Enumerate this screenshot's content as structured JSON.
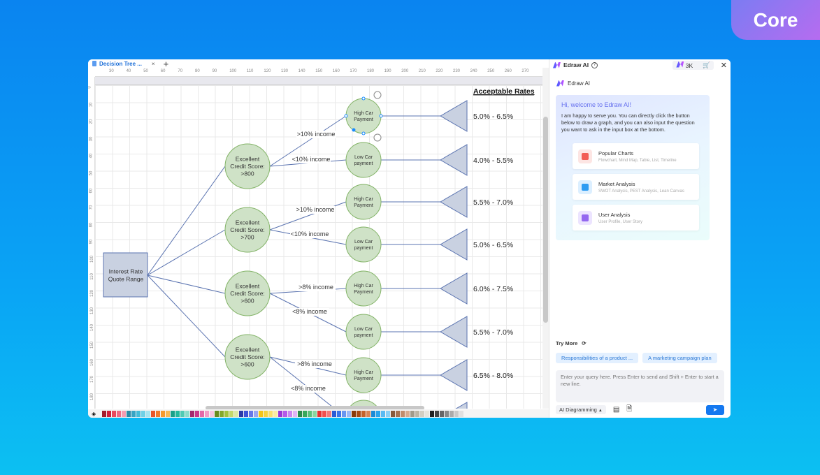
{
  "badge": "Core",
  "tab": {
    "title": "Decision Tree ...",
    "close": "×",
    "new": "+"
  },
  "ruler": {
    "h": [
      "30",
      "40",
      "50",
      "60",
      "70",
      "80",
      "90",
      "100",
      "110",
      "120",
      "130",
      "140",
      "150",
      "160",
      "170",
      "180",
      "190",
      "200",
      "210",
      "220",
      "230",
      "240",
      "250",
      "260",
      "270"
    ],
    "v": [
      "0",
      "10",
      "20",
      "30",
      "40",
      "50",
      "60",
      "70",
      "80",
      "90",
      "100",
      "110",
      "120",
      "130",
      "140",
      "150",
      "160",
      "170",
      "180"
    ]
  },
  "diagram": {
    "header": "Acceptable Rates",
    "root": [
      "Interest Rate",
      "Quote Range"
    ],
    "level1": [
      [
        "Excellent",
        "Credit Score:",
        ">800"
      ],
      [
        "Excellent",
        "Credit Score:",
        ">700"
      ],
      [
        "Excellent",
        "Credit Score:",
        ">600"
      ],
      [
        "Excellent",
        "Credit Score:",
        ">600"
      ]
    ],
    "level2": [
      [
        "High Car",
        "Payment"
      ],
      [
        "Low  Car",
        "payment"
      ],
      [
        "High Car",
        "Payment"
      ],
      [
        "Low  Car",
        "payment"
      ],
      [
        "High Car",
        "Payment"
      ],
      [
        "Low  Car",
        "payment"
      ],
      [
        "High Car",
        "Payment"
      ],
      [
        "",
        ""
      ]
    ],
    "edges": [
      ">10% income",
      "<10% income",
      ">10% income",
      "<10% income",
      ">8% income",
      "<8% income",
      ">8% income",
      "<8% income"
    ],
    "rates": [
      "5.0% - 6.5%",
      "4.0% - 5.5%",
      "5.5% - 7.0%",
      "5.0% - 6.5%",
      "6.0% - 7.5%",
      "5.5% - 7.0%",
      "6.5% - 8.0%",
      ""
    ],
    "colors": {
      "node_fill": "#cfe2c7",
      "node_stroke": "#82b366",
      "root_fill": "#c9d1e1",
      "line": "#5a73b0",
      "tri_fill": "#c9d1e1"
    }
  },
  "palette": [
    "#a31c2c",
    "#d11f3a",
    "#e84a5f",
    "#f06b84",
    "#f59cb0",
    "#2b8aa6",
    "#36a4c4",
    "#44bbd8",
    "#6fd0e6",
    "#a6e4f0",
    "#e8562a",
    "#f07a2c",
    "#f59a2e",
    "#f7b955",
    "#19a08a",
    "#22b89c",
    "#4fcab4",
    "#8adccb",
    "#a52a6e",
    "#c9378a",
    "#e26aa8",
    "#f09cc6",
    "#f7c6de",
    "#6a8a1c",
    "#84a82a",
    "#a1c23c",
    "#c2d86a",
    "#dbe9a4",
    "#2a3aa8",
    "#3e52d6",
    "#6676e8",
    "#98a4f2",
    "#f5c518",
    "#f7d33e",
    "#f9e06c",
    "#fbeba0",
    "#9a36d6",
    "#b45ae8",
    "#cb86f0",
    "#dfb4f6",
    "#2a8a4a",
    "#38a85c",
    "#5cc07a",
    "#8ad6a2",
    "#e83030",
    "#f05050",
    "#f47a7a",
    "#2a5ad6",
    "#3c74e8",
    "#6896f0",
    "#9ab8f6",
    "#8a3a0a",
    "#a84a14",
    "#c4622a",
    "#d98454",
    "#1a8ad6",
    "#2aa4ec",
    "#5abaf2",
    "#8ad0f6",
    "#8a5a3a",
    "#a87250",
    "#c08c6c",
    "#d6aa8e",
    "#a09a8a",
    "#bab4a4",
    "#d2cec2",
    "#e6e4dc",
    "#222222",
    "#444444",
    "#666666",
    "#888888",
    "#aaaaaa",
    "#c8c8c8",
    "#e0e0e0",
    "#f4f4f4"
  ],
  "panel": {
    "title": "Edraw AI",
    "credits": "3K",
    "sub_title": "Edraw AI",
    "welcome_title": "Hi, welcome to Edraw AI!",
    "welcome_text": "I am happy to serve you. You can directly click the button below to draw a graph, and you can also input the question you want to ask in the input box at the bottom.",
    "cards": [
      {
        "title": "Popular Charts",
        "sub": "Flowchart, Mind Map, Table, List, Timeline",
        "color": "#f25c54",
        "bg": "#fde5e3"
      },
      {
        "title": "Market Analysis",
        "sub": "SWOT Analysis, PEST Analysis, Lean Canvas",
        "color": "#2e9cf2",
        "bg": "#dcefff"
      },
      {
        "title": "User Analysis",
        "sub": "User Profile, User Story",
        "color": "#9468f0",
        "bg": "#ece4ff"
      }
    ],
    "try_more": "Try More",
    "chips": [
      "Responsibilities of a product ...",
      "A marketing campaign plan"
    ],
    "input_placeholder": "Enter your query here. Press Enter to send and Shift + Enter to start a new line.",
    "mode": "AI Diagramming"
  }
}
